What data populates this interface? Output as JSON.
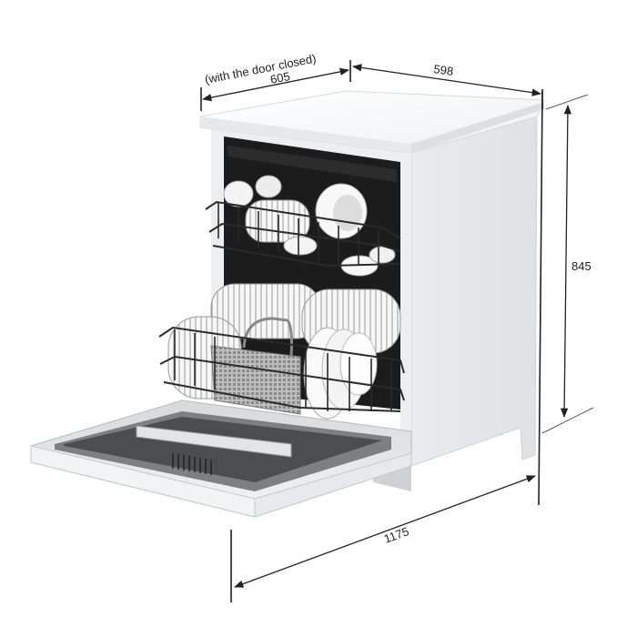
{
  "diagram": {
    "subject": "Freestanding dishwasher with door open",
    "units": "mm",
    "colors": {
      "body": "#f2f3f5",
      "side_panel": "#e4e6ea",
      "top": "#fafbfc",
      "interior": "#1c1c1c",
      "rack_wire": "#2a2a2a",
      "plates": "#ffffff",
      "dimension_lines": "#222222"
    }
  },
  "dimensions": {
    "depth_closed": {
      "value": "605",
      "note": "(with the door closed)"
    },
    "width": {
      "value": "598"
    },
    "height": {
      "value": "845"
    },
    "depth_open": {
      "value": "1175"
    }
  }
}
